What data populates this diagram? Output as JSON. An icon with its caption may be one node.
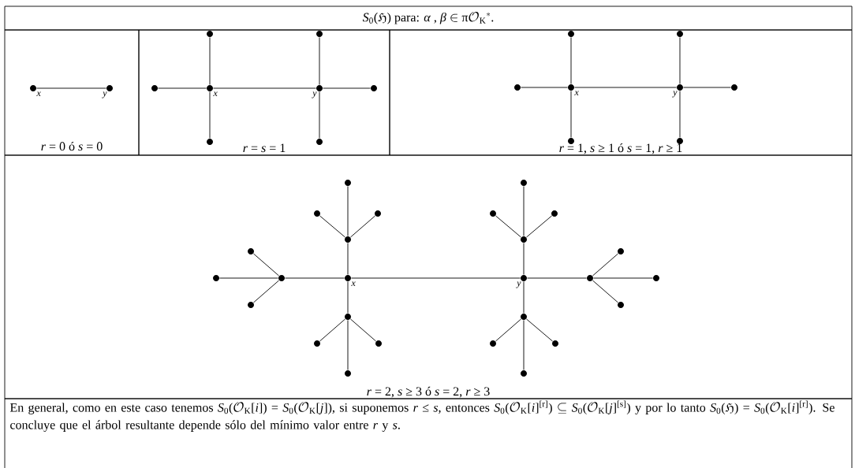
{
  "diagram": {
    "nodes": [
      {
        "text": [
          "*S*$_{0}$(H) para: *α* , *β* ∈ πO$_{K}$$^{∗}$."
        ]
      },
      {
        "text": [
          "*r* = 0 ó *s* = 0"
        ]
      },
      {
        "text": [],
        "shape": "circle",
        "in": 1,
        "beside": [
          "x"
        ]
      },
      {
        "text": [],
        "shape": "circle",
        "in": 1,
        "beside": [
          "y"
        ]
      },
      {
        "text": [
          "*r* = *s* = 1"
        ]
      },
      {
        "text": [],
        "shape": "circle",
        "in": 4
      },
      {
        "text": [],
        "shape": "circle",
        "in": 4
      },
      {
        "text": [],
        "shape": "circle",
        "in": 4
      },
      {
        "text": [],
        "shape": "circle",
        "in": 4,
        "beside": [
          "x"
        ]
      },
      {
        "text": [],
        "shape": "circle",
        "in": 4,
        "beside": [
          "y"
        ]
      },
      {
        "text": [],
        "shape": "circle",
        "in": 4
      },
      {
        "text": [],
        "shape": "circle",
        "in": 4
      },
      {
        "text": [],
        "shape": "circle",
        "in": 4
      },
      {
        "text": [
          "*r* = 1, *s* ≥ 1 ó *s* = 1, *r* ≥ 1"
        ]
      },
      {
        "text": [],
        "shape": "circle",
        "in": 13
      },
      {
        "text": [],
        "shape": "circle",
        "in": 13
      },
      {
        "text": [],
        "shape": "circle",
        "in": 13
      },
      {
        "text": [],
        "shape": "circle",
        "in": 13,
        "beside": [
          "x"
        ]
      },
      {
        "text": [],
        "shape": "circle",
        "in": 13,
        "beside": [
          "y"
        ]
      },
      {
        "text": [],
        "shape": "circle",
        "in": 13
      },
      {
        "text": [],
        "shape": "circle",
        "in": 13
      },
      {
        "text": [],
        "shape": "circle",
        "in": 13
      },
      {
        "text": [
          "*r* = 2, *s* ≥ 3 ó *s* = 2, *r* ≥ 3"
        ]
      },
      {
        "text": [],
        "shape": "circle",
        "in": 22
      },
      {
        "text": [],
        "shape": "circle",
        "in": 22
      },
      {
        "text": [],
        "shape": "circle",
        "in": 22
      },
      {
        "text": [],
        "shape": "circle",
        "in": 22
      },
      {
        "text": [],
        "shape": "circle",
        "in": 22
      },
      {
        "text": [],
        "shape": "circle",
        "in": 22
      },
      {
        "text": [],
        "shape": "circle",
        "in": 22
      },
      {
        "text": [],
        "shape": "circle",
        "in": 22
      },
      {
        "text": [],
        "shape": "circle",
        "in": 22
      },
      {
        "text": [],
        "shape": "circle",
        "in": 22
      },
      {
        "text": [],
        "shape": "circle",
        "in": 22
      },
      {
        "text": [],
        "shape": "circle",
        "in": 22
      },
      {
        "text": [],
        "shape": "circle",
        "in": 22,
        "beside": [
          "x"
        ]
      },
      {
        "text": [],
        "shape": "circle",
        "in": 22,
        "beside": [
          "y"
        ]
      },
      {
        "text": [],
        "shape": "circle",
        "in": 22
      },
      {
        "text": [],
        "shape": "circle",
        "in": 22
      },
      {
        "text": [],
        "shape": "circle",
        "in": 22
      },
      {
        "text": [],
        "shape": "circle",
        "in": 22
      },
      {
        "text": [],
        "shape": "circle",
        "in": 22
      },
      {
        "text": [],
        "shape": "circle",
        "in": 22
      },
      {
        "text": [],
        "shape": "circle",
        "in": 22
      },
      {
        "text": [],
        "shape": "circle",
        "in": 22
      },
      {
        "text": [],
        "shape": "circle",
        "in": 22
      },
      {
        "text": [],
        "shape": "circle",
        "in": 22
      },
      {
        "text": [],
        "shape": "circle",
        "in": 22
      },
      {
        "text": [],
        "shape": "circle",
        "in": 22
      },
      {
        "text": [
          "En general, como en este caso tenemos *S*$_{0}$(O$_{K}$[*i*]) = *S*$_{0}$(O$_{K}$[*j*]), si suponemos *r* ≤ *s*, entonces *S*$_{0}$(O$_{K}$[*i*]$^{[r]}$) ⊆ *S*$_{0}$(O$_{K}$[*j*]$^{[s]}$) y por lo tanto *S*$_{0}$(H) = *S*$_{0}$(O$_{K}$[*i*]$^{[r]}$). Se concluye que el árbol resultante depende sólo del mínimo valor entre *r* y *s*."
        ]
      }
    ],
    "edges": [
      {
        "from": 2,
        "to": 3,
        "arrow": "none"
      },
      {
        "from": 8,
        "to": 5,
        "arrow": "none"
      },
      {
        "from": 8,
        "to": 7,
        "arrow": "none"
      },
      {
        "from": 8,
        "to": 11,
        "arrow": "none"
      },
      {
        "from": 8,
        "to": 9,
        "arrow": "none"
      },
      {
        "from": 9,
        "to": 6,
        "arrow": "none"
      },
      {
        "from": 9,
        "to": 10,
        "arrow": "none"
      },
      {
        "from": 9,
        "to": 12,
        "arrow": "none"
      },
      {
        "from": 17,
        "to": 14,
        "arrow": "none"
      },
      {
        "from": 17,
        "to": 16,
        "arrow": "none"
      },
      {
        "from": 17,
        "to": 20,
        "arrow": "none"
      },
      {
        "from": 17,
        "to": 18,
        "arrow": "none"
      },
      {
        "from": 18,
        "to": 15,
        "arrow": "none"
      },
      {
        "from": 18,
        "to": 19,
        "arrow": "none"
      },
      {
        "from": 18,
        "to": 21,
        "arrow": "none"
      },
      {
        "from": 35,
        "to": 29,
        "arrow": "none"
      },
      {
        "from": 35,
        "to": 34,
        "arrow": "none"
      },
      {
        "from": 35,
        "to": 41,
        "arrow": "none"
      },
      {
        "from": 35,
        "to": 36,
        "arrow": "none"
      },
      {
        "from": 29,
        "to": 23,
        "arrow": "none"
      },
      {
        "from": 29,
        "to": 25,
        "arrow": "none"
      },
      {
        "from": 29,
        "to": 26,
        "arrow": "none"
      },
      {
        "from": 34,
        "to": 31,
        "arrow": "none"
      },
      {
        "from": 34,
        "to": 33,
        "arrow": "none"
      },
      {
        "from": 34,
        "to": 39,
        "arrow": "none"
      },
      {
        "from": 41,
        "to": 43,
        "arrow": "none"
      },
      {
        "from": 41,
        "to": 44,
        "arrow": "none"
      },
      {
        "from": 41,
        "to": 47,
        "arrow": "none"
      },
      {
        "from": 36,
        "to": 30,
        "arrow": "none"
      },
      {
        "from": 36,
        "to": 37,
        "arrow": "none"
      },
      {
        "from": 36,
        "to": 42,
        "arrow": "none"
      },
      {
        "from": 30,
        "to": 24,
        "arrow": "none"
      },
      {
        "from": 30,
        "to": 27,
        "arrow": "none"
      },
      {
        "from": 30,
        "to": 28,
        "arrow": "none"
      },
      {
        "from": 37,
        "to": 32,
        "arrow": "none"
      },
      {
        "from": 37,
        "to": 38,
        "arrow": "none"
      },
      {
        "from": 37,
        "to": 40,
        "arrow": "none"
      },
      {
        "from": 42,
        "to": 45,
        "arrow": "none"
      },
      {
        "from": 42,
        "to": 46,
        "arrow": "none"
      },
      {
        "from": 42,
        "to": 48,
        "arrow": "none"
      }
    ]
  }
}
